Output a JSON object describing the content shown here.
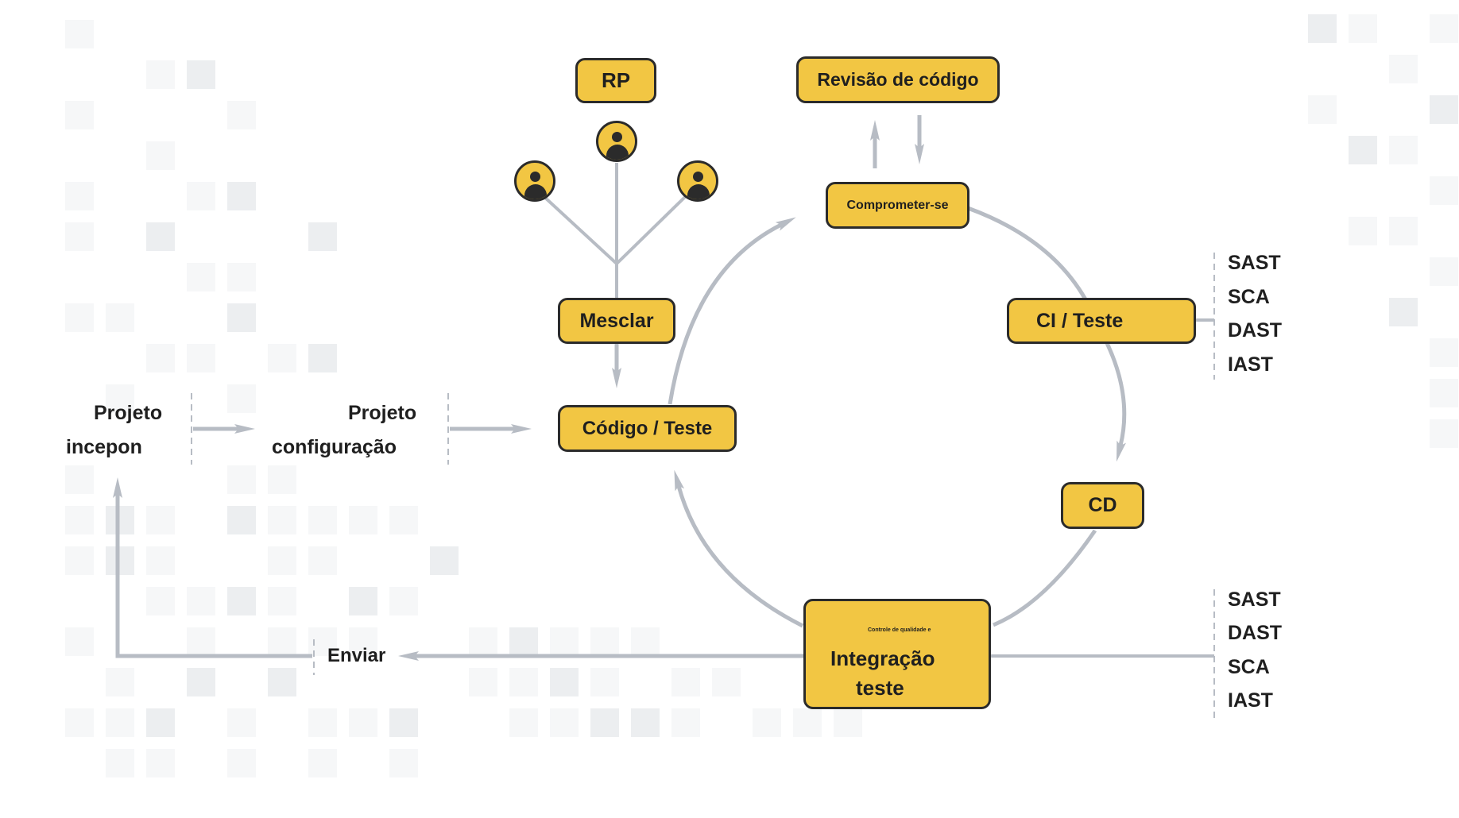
{
  "phases": {
    "inception": {
      "line1": "Projeto",
      "line2": "incepon"
    },
    "setup": {
      "line1": "Projeto",
      "line2": "configuração"
    },
    "send": "Enviar"
  },
  "nodes": {
    "pr": "RP",
    "code_review": "Revisão de código",
    "commit": "Comprometer-se",
    "merge": "Mesclar",
    "code_test": "Código / Teste",
    "ci_test": "CI / Teste",
    "cd": "CD",
    "qa_small": "Controle de qualidade e",
    "integration_line1": "Integração",
    "integration_line2": "teste"
  },
  "ci_tools": [
    "SAST",
    "SCA",
    "DAST",
    "IAST"
  ],
  "qa_tools": [
    "SAST",
    "DAST",
    "SCA",
    "IAST"
  ],
  "colors": {
    "node_fill": "#f2c643",
    "node_border": "#2b2b2b",
    "arrow": "#b7bcc4",
    "text": "#1f1f1f"
  },
  "icons": [
    "user-icon",
    "user-icon",
    "user-icon"
  ]
}
